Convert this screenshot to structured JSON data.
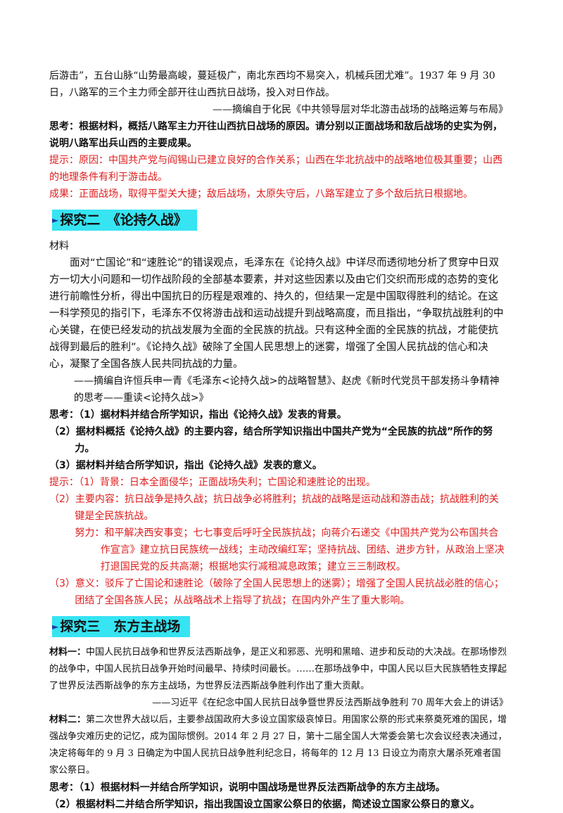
{
  "block1": {
    "p1": "后游击”，五台山脉“山势最高峻，蔓延极广，南北东西均不易突入，机械兵团尤难”。1937 年 9 月 30 日，八路军的三个主力师全部开往山西抗日战场，投入对日作战。",
    "source": "——摘编自于化民《中共领导层对华北游击战场的战略运筹与布局》",
    "think": "思考：根据材料，概括八路军主力开往山西抗日战场的原因。请分别以正面战场和敌后战场的史实为例，说明八路军出兵山西的主要成果。",
    "hint1": "提示：原因：中国共产党与阎锡山已建立良好的合作关系；山西在华北抗战中的战略地位极其重要；山西的地理条件有利于游击战。",
    "hint2": "成果：正面战场，取得平型关大捷；敌后战场，太原失守后，八路军建立了多个敌后抗日根据地。"
  },
  "section2": {
    "arrow": "►",
    "title": "探究二　《论持久战》",
    "material_label": "材料",
    "p1": "面对“亡国论”和“速胜论”的错误观点，毛泽东在《论持久战》中详尽而透彻地分析了贯穿中日双方一切大小问题和一切作战阶段的全部基本要素，并对这些因素以及由它们交织而形成的态势的变化进行前瞻性分析，得出中国抗日的历程是艰难的、持久的，但结果一定是中国取得胜利的结论。在这一科学预见的指引下，毛泽东不仅将游击战和运动战提升到战略高度，而且指出，“争取抗战胜利的中心关键，在使已经发动的抗战发展为全面的全民族的抗战。只有这种全面的全民族的抗战，才能使抗战得到最后的胜利”。《论持久战》破除了全国人民思想上的迷雾，增强了全国人民抗战的信心和决心，凝聚了全国各族人民共同抗战的力量。",
    "source": "——摘编自许恒兵申一青《毛泽东<论持久战>的战略智慧》、赵虎《新时代党员干部发扬斗争精神的思考——重读<论持久战>》",
    "q1": "思考：（1）据材料并结合所学知识，指出《论持久战》发表的背景。",
    "q2": "（2）据材料概括《论持久战》的主要内容，结合所学知识指出中国共产党为“全民族的抗战”所作的努力。",
    "q3": "（3）据材料并结合所学知识，指出《论持久战》发表的意义。",
    "a1": "提示：（1）背景：日本全面侵华；正面战场失利；亡国论和速胜论的出现。",
    "a2": "（2）主要内容：抗日战争是持久战；抗日战争必将胜利；抗战的战略是运动战和游击战；抗战胜利的关键是全民族抗战。",
    "a2b": "努力：和平解决西安事变；七七事变后呼吁全民族抗战；向蒋介石递交《中国共产党为公布国共合作宣言》建立抗日民族统一战线；主动改编红军；坚持抗战、团结、进步方针，从政治上坚决打退国民党的反共高潮；根据地实行减租减息政策；建立三三制政权。",
    "a3": "（3）意义：驳斥了亡国论和速胜论（破除了全国人民思想上的迷雾）；增强了全国人民抗战必胜的信心；团结了全国各族人民；从战略战术上指导了抗战；在国内外产生了重大影响。"
  },
  "section3": {
    "arrow": "►",
    "title": "探究三　东方主战场",
    "m1_label": "材料一：",
    "m1": "中国人民抗日战争和世界反法西斯战争，是正义和邪恶、光明和黑暗、进步和反动的大决战。在那场惨烈的战争中，中国人民抗日战争开始时间最早、持续时间最长。……在那场战争中，中国人民以巨大民族牺牲支撑起了世界反法西斯战争的东方主战场，为世界反法西斯战争胜利作出了重大贡献。",
    "m1_source": "——习近平《在纪念中国人民抗日战争暨世界反法西斯战争胜利 70 周年大会上的讲话》",
    "m2_label": "材料二：",
    "m2": "第二次世界大战以后，主要参战国政府大多设立国家级哀悼日。用国家公祭的形式来祭奠死难的国民，增强战争灾难历史的记忆，成为国际惯例。2014 年 2 月 27 日，第十二届全国人大常委会第七次会议经表决通过，决定将每年的 9 月 3 日确定为中国人民抗日战争胜利纪念日，将每年的 12 月 13 日设立为南京大屠杀死难者国家公祭日。",
    "q1": "思考：（1）根据材料一并结合所学知识，说明中国战场是世界反法西斯战争的东方主战场。",
    "q2": "（2）根据材料二并结合所学知识，指出我国设立国家公祭日的依据，简述设立国家公祭日的意义。"
  }
}
